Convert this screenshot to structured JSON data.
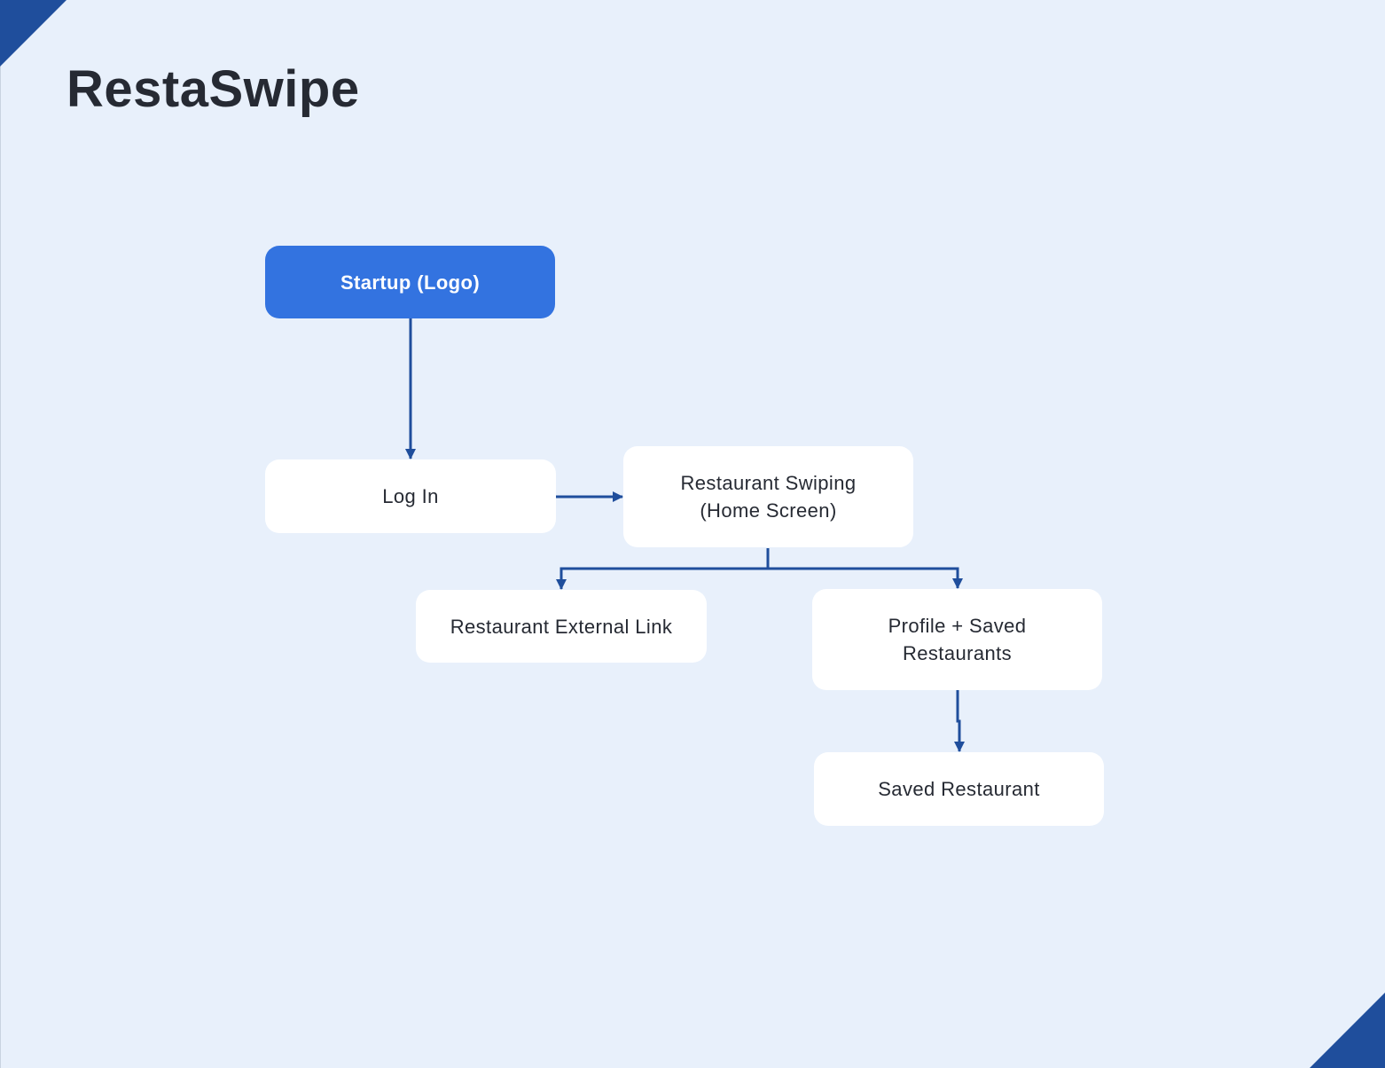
{
  "title": "RestaSwipe",
  "colors": {
    "background": "#e8f0fb",
    "accent": "#1f4e9c",
    "primary_node": "#3373e0",
    "node": "#ffffff",
    "text": "#262a33"
  },
  "nodes": {
    "startup": "Startup (Logo)",
    "login": "Log In",
    "swiping_line1": "Restaurant Swiping",
    "swiping_line2": "(Home Screen)",
    "external_link": "Restaurant External Link",
    "profile_line1": "Profile + Saved",
    "profile_line2": "Restaurants",
    "saved_restaurant": "Saved Restaurant"
  },
  "edges": [
    {
      "from": "Startup (Logo)",
      "to": "Log In"
    },
    {
      "from": "Log In",
      "to": "Restaurant Swiping (Home Screen)"
    },
    {
      "from": "Restaurant Swiping (Home Screen)",
      "to": "Restaurant External Link"
    },
    {
      "from": "Restaurant Swiping (Home Screen)",
      "to": "Profile + Saved Restaurants"
    },
    {
      "from": "Profile + Saved Restaurants",
      "to": "Saved Restaurant"
    }
  ]
}
